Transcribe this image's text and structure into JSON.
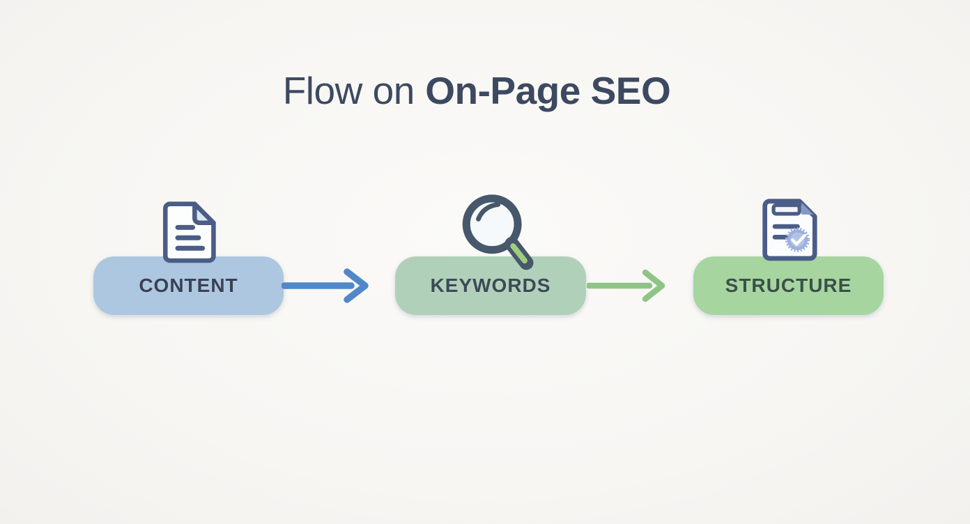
{
  "page": {
    "background": "#f8f7f4"
  },
  "title": {
    "prefix": "Flow on",
    "emphasis": "On-Page SEO",
    "color": "#3d4960"
  },
  "flow": {
    "nodes": [
      {
        "id": "content",
        "label": "CONTENT",
        "icon": "document-icon",
        "fill": "#adc7e1",
        "label_color": "#3a4153"
      },
      {
        "id": "keywords",
        "label": "KEYWORDS",
        "icon": "magnifier-icon",
        "fill": "#b1d0ba",
        "label_color": "#3b4a55"
      },
      {
        "id": "structure",
        "label": "STRUCTURE",
        "icon": "document-check-icon",
        "fill": "#a6d5a0",
        "label_color": "#3a5048"
      }
    ],
    "connectors": [
      {
        "from": "content",
        "to": "keywords",
        "color": "#5187c9"
      },
      {
        "from": "keywords",
        "to": "structure",
        "color": "#8ec587"
      }
    ]
  },
  "icon_colors": {
    "document_stroke": "#4b5d86",
    "document_fill": "#fcfdfd",
    "fold_fill": "#d9e6f2",
    "magnifier_stroke": "#46586a",
    "magnifier_glass": "#f5f9fb",
    "handle_green": "#a2cc80",
    "badge_fill": "#9dafdc",
    "badge_inner": "#b4c2e6",
    "check_color": "#ffffff"
  }
}
